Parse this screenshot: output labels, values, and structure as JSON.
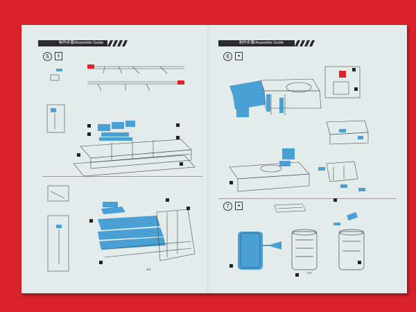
{
  "sheet": {
    "left_header": "制作步骤/Assemble Guide",
    "right_header": "制作步骤/Assemble Guide",
    "left_page_number": "5/8",
    "right_page_number": "6/8"
  },
  "steps": [
    {
      "number": "5"
    },
    {
      "number": "6"
    },
    {
      "number": "7"
    }
  ],
  "colors": {
    "background": "#d9212b",
    "paper": "#e3ecea",
    "etch_blue": "#4a9fd4",
    "red_part": "#e0242c",
    "ink": "#333333"
  },
  "icons": [
    "bend-icon",
    "glue-icon"
  ]
}
